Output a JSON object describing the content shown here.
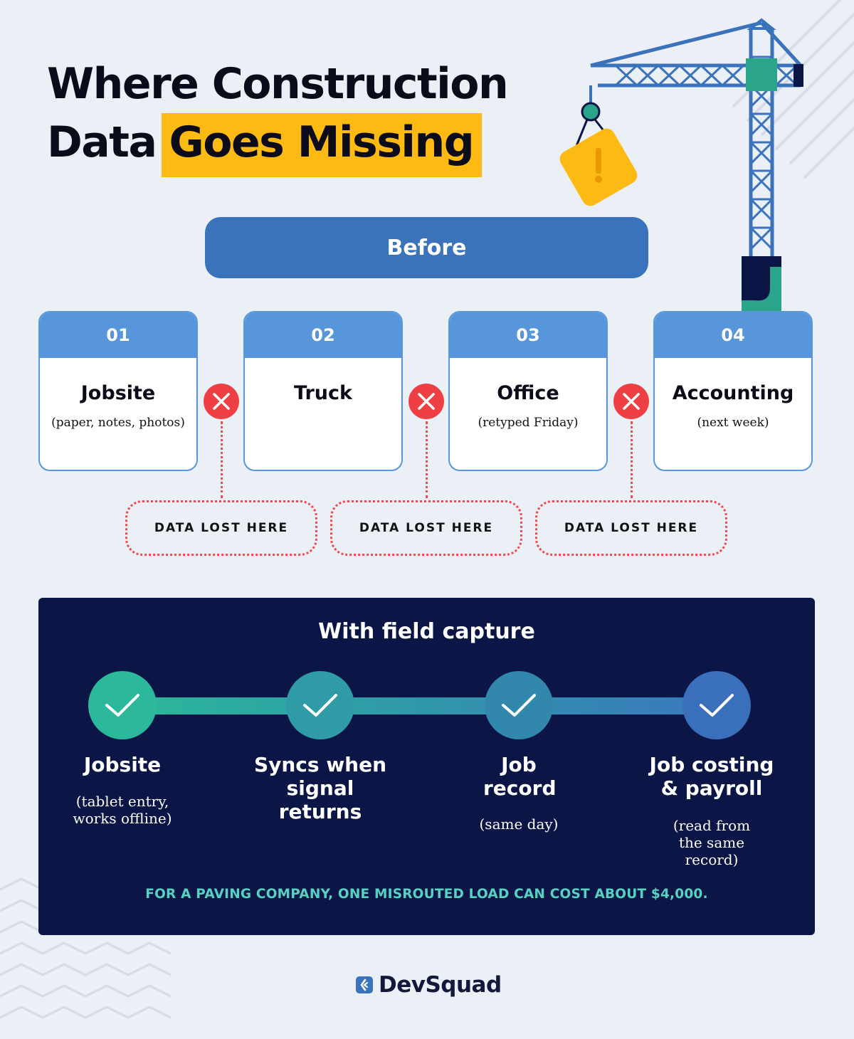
{
  "title": {
    "line1": "Where Construction",
    "line2_plain": "Data",
    "line2_highlight": "Goes Missing"
  },
  "before": {
    "label": "Before",
    "steps": [
      {
        "number": "01",
        "name": "Jobsite",
        "note": "(paper, notes, photos)"
      },
      {
        "number": "02",
        "name": "Truck",
        "note": ""
      },
      {
        "number": "03",
        "name": "Office",
        "note": "(retyped Friday)"
      },
      {
        "number": "04",
        "name": "Accounting",
        "note": "(next week)"
      }
    ],
    "loss_labels": [
      "DATA LOST HERE",
      "DATA LOST HERE",
      "DATA LOST HERE"
    ]
  },
  "after": {
    "title": "With field capture",
    "steps": [
      {
        "name": "Jobsite",
        "note": "(tablet entry, works offline)"
      },
      {
        "name": "Syncs when signal returns",
        "note": ""
      },
      {
        "name": "Job record",
        "note": "(same day)"
      },
      {
        "name": "Job costing & payroll",
        "note": "(read from the same record)"
      }
    ],
    "footnote": "FOR A PAVING COMPANY, ONE MISROUTED LOAD CAN COST ABOUT $4,000."
  },
  "brand": {
    "name": "DevSquad"
  },
  "colors": {
    "highlight": "#fdba12",
    "before_pill": "#3a72bb",
    "card_header": "#5796da",
    "loss_red": "#ee3f43",
    "panel": "#0b1647",
    "footnote": "#55d2c2",
    "node_1": "#2cb89a",
    "node_2": "#2e9ba6",
    "node_3": "#3188ac",
    "node_4": "#3a6fbb"
  },
  "icons": [
    "crane-icon",
    "warning-sign-icon",
    "x-mark-icon",
    "check-icon",
    "devsquad-logo-icon"
  ]
}
